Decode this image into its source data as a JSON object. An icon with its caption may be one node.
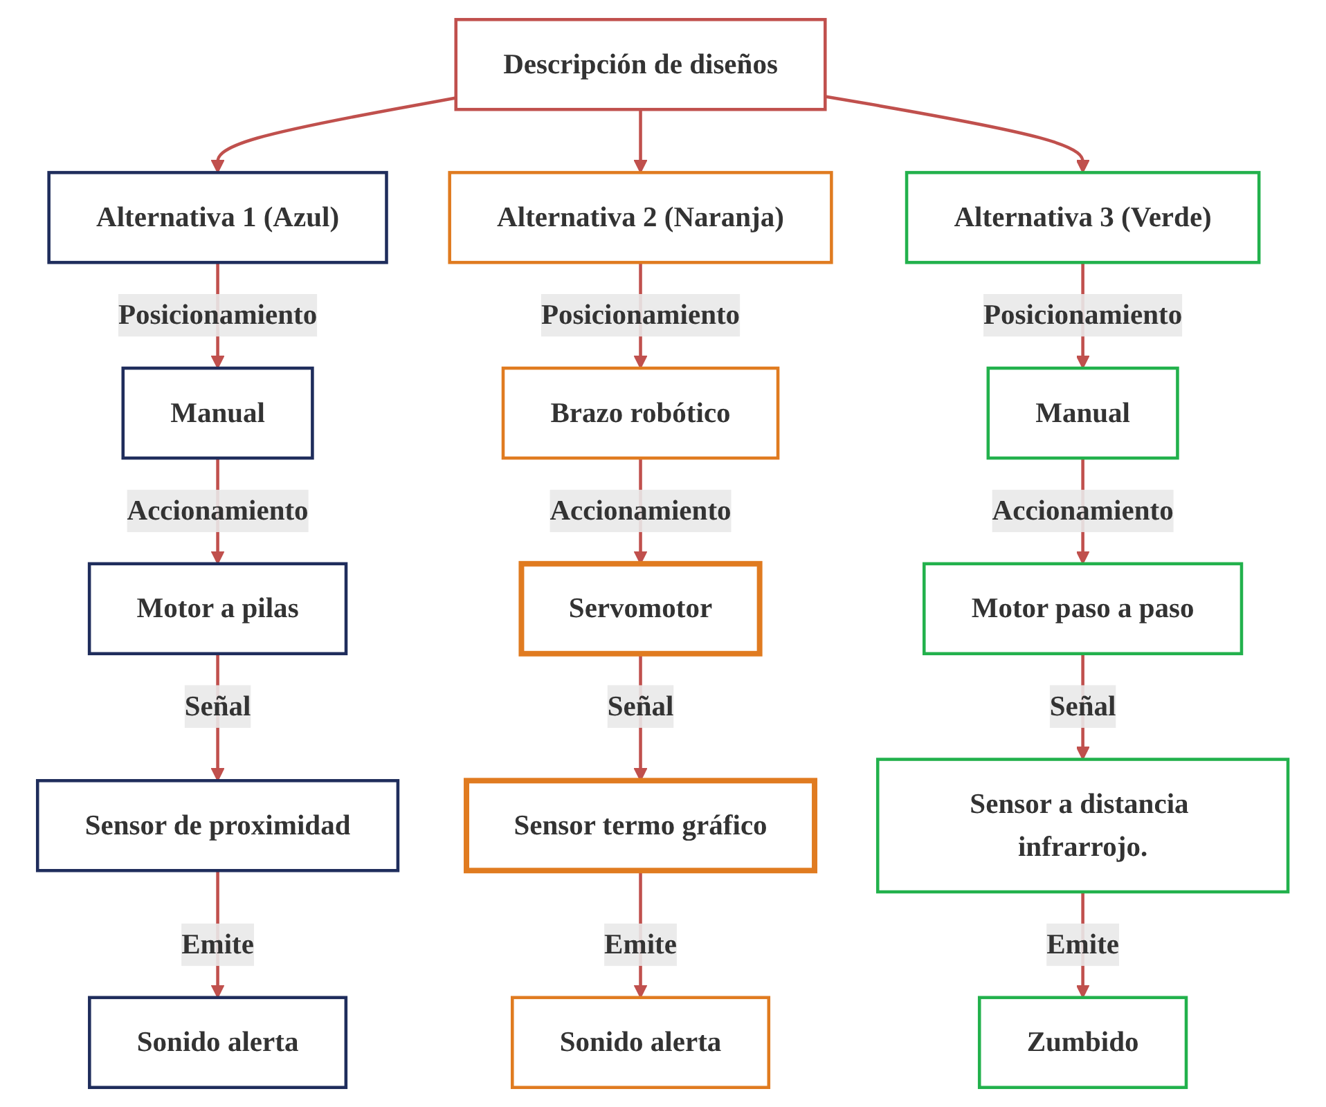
{
  "diagram": {
    "nodes": [
      {
        "text": [
          "Descripción de diseños"
        ]
      },
      {
        "text": [
          "Alternativa 1 (Azul)"
        ]
      },
      {
        "text": [
          "Alternativa 2 (Naranja)"
        ]
      },
      {
        "text": [
          "Alternativa 3 (Verde)"
        ]
      },
      {
        "text": [
          "Manual"
        ]
      },
      {
        "text": [
          "Brazo robótico"
        ]
      },
      {
        "text": [
          "Manual"
        ]
      },
      {
        "text": [
          "Motor a pilas"
        ]
      },
      {
        "text": [
          "Servomotor"
        ]
      },
      {
        "text": [
          "Motor paso a paso"
        ]
      },
      {
        "text": [
          "Sensor de proximidad"
        ]
      },
      {
        "text": [
          "Sensor termo gráfico"
        ]
      },
      {
        "text": [
          "Sensor a distancia infrarrojo."
        ]
      },
      {
        "text": [
          "Sonido alerta"
        ]
      },
      {
        "text": [
          "Sonido alerta"
        ]
      },
      {
        "text": [
          "Zumbido"
        ]
      }
    ],
    "edges": [
      {
        "from": 0,
        "to": 1,
        "arrow": "to"
      },
      {
        "from": 0,
        "to": 2,
        "arrow": "to"
      },
      {
        "from": 0,
        "to": 3,
        "arrow": "to"
      },
      {
        "from": 1,
        "to": 4,
        "arrow": "to",
        "label": "Posicionamiento"
      },
      {
        "from": 4,
        "to": 7,
        "arrow": "to",
        "label": "Accionamiento"
      },
      {
        "from": 7,
        "to": 10,
        "arrow": "to",
        "label": "Señal"
      },
      {
        "from": 10,
        "to": 13,
        "arrow": "to",
        "label": "Emite"
      },
      {
        "from": 2,
        "to": 5,
        "arrow": "to",
        "label": "Posicionamiento"
      },
      {
        "from": 5,
        "to": 8,
        "arrow": "to",
        "label": "Accionamiento"
      },
      {
        "from": 8,
        "to": 11,
        "arrow": "to",
        "label": "Señal"
      },
      {
        "from": 11,
        "to": 14,
        "arrow": "to",
        "label": "Emite"
      },
      {
        "from": 3,
        "to": 6,
        "arrow": "to",
        "label": "Posicionamiento"
      },
      {
        "from": 6,
        "to": 9,
        "arrow": "to",
        "label": "Accionamiento"
      },
      {
        "from": 9,
        "to": 12,
        "arrow": "to",
        "label": "Señal"
      },
      {
        "from": 12,
        "to": 15,
        "arrow": "to",
        "label": "Emite"
      }
    ]
  }
}
